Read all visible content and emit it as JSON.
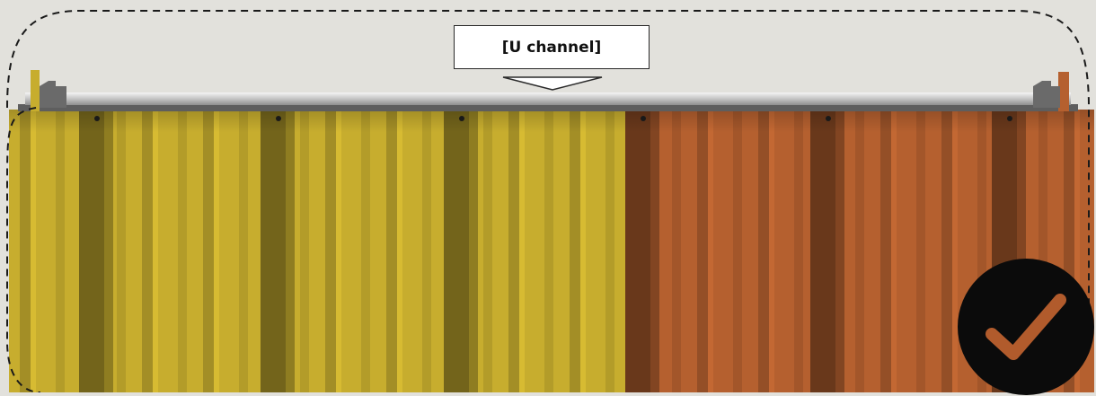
{
  "callout": {
    "label": "[U channel]"
  },
  "panels": [
    {
      "name": "yellow-panel",
      "color": "#c7ad2e"
    },
    {
      "name": "orange-panel",
      "color": "#b5602f"
    }
  ],
  "badge": {
    "icon": "checkmark-icon",
    "background": "#0b0b0b",
    "check_color": "#b15b2c"
  },
  "colors": {
    "background": "#e2e1dc",
    "rail": "#c9c9c9",
    "dashed_border": "#1a1a1a"
  }
}
